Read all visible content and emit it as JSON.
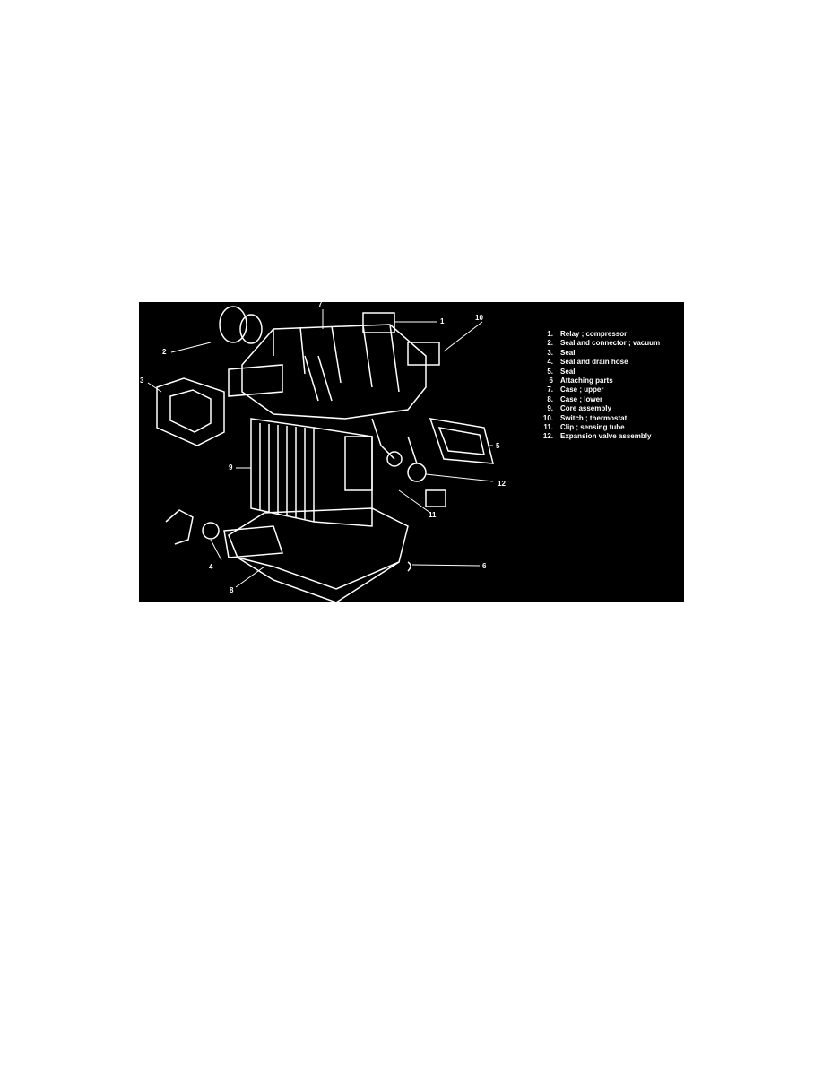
{
  "figure": {
    "callouts": [
      "1",
      "2",
      "3",
      "4",
      "5",
      "6",
      "7",
      "8",
      "9",
      "10",
      "11",
      "12"
    ],
    "legend": [
      {
        "num": "1.",
        "label": "Relay ; compressor"
      },
      {
        "num": "2.",
        "label": "Seal and connector ; vacuum"
      },
      {
        "num": "3.",
        "label": "Seal"
      },
      {
        "num": "4.",
        "label": "Seal and drain hose"
      },
      {
        "num": "5.",
        "label": "Seal"
      },
      {
        "num": "6",
        "label": "Attaching parts"
      },
      {
        "num": "7.",
        "label": "Case ; upper"
      },
      {
        "num": "8.",
        "label": "Case ; lower"
      },
      {
        "num": "9.",
        "label": "Core assembly"
      },
      {
        "num": "10.",
        "label": "Switch ; thermostat"
      },
      {
        "num": "11.",
        "label": "Clip ; sensing tube"
      },
      {
        "num": "12.",
        "label": "Expansion valve assembly"
      }
    ]
  }
}
